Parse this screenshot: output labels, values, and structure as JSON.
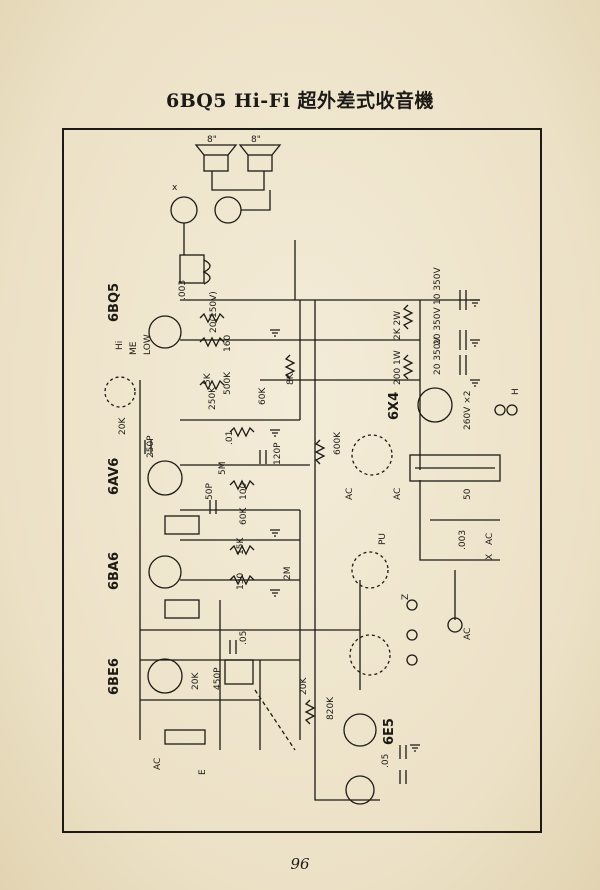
{
  "header": {
    "title": "6BQ5 Hi-Fi 超外差式收音機"
  },
  "footer": {
    "page_number": "96"
  },
  "tubes": [
    "6BQ5",
    "6AV6",
    "6BA6",
    "6BE6",
    "6X4",
    "6E5"
  ],
  "components": {
    "speakers": [
      "8\"",
      "8\""
    ],
    "out_terminal": "x",
    "c_003_top": ".003",
    "c_20_150": "20(150V)",
    "r_160": "160",
    "r_5k": "5K",
    "r_500k": "500K",
    "r_250k": "250K",
    "c_01": ".01",
    "r_60k_a": "60K",
    "r_8k": "8K",
    "r_20k": "20K",
    "r_5m": "5M",
    "r_100": "100",
    "c_250p": "250P",
    "c_120p": "120P",
    "c_50p": "50P",
    "r_60k_b": "60K",
    "r_600k": "600K",
    "r_15k": "15K",
    "r_150": "150",
    "r_2m": "2M",
    "c_05": ".05",
    "r_20k_b": "20K",
    "c_450p": "450P",
    "r_20k_c": "20K",
    "r_820k": "820K",
    "c_05_b": ".05",
    "c_10_350": "10\n350V",
    "c_20_350": "20\n350V",
    "c_20_350_b": "20\n350V",
    "r_2k_2w": "2K 2W",
    "r_200_1w": "200 1W",
    "c_260v": "260V\n×2",
    "c_50": "50",
    "c_003_b": ".003",
    "ac_labels": [
      "AC",
      "AC",
      "AC",
      "AC",
      "AC"
    ],
    "h_label": "H",
    "z_label": "Z",
    "x_label": "X",
    "pu_label": "PU",
    "hi_label": "Hi",
    "low_label": "LOW",
    "me_label": "ME",
    "e_label": "E"
  }
}
